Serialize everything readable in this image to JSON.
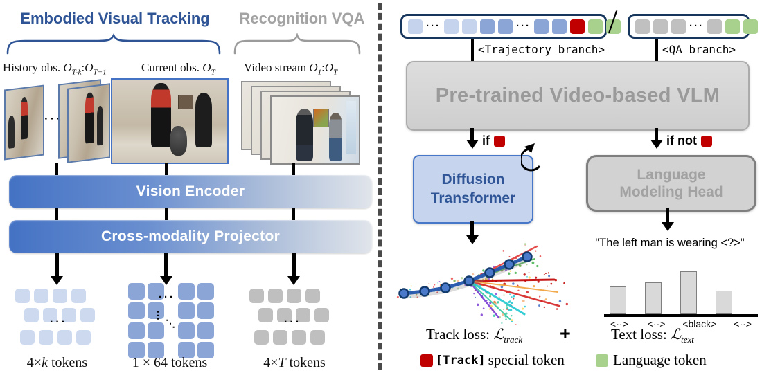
{
  "glyphs": {
    "dots": "···",
    "vdots": "⋮",
    "ddots": "⋱"
  },
  "colors": {
    "accent_blue": "#2e5496",
    "bar_blue": "#4472c4",
    "token_light_blue": "#c5d3ed",
    "token_blue": "#8aa5d6",
    "token_gray": "#c0c0c0",
    "track_red": "#c00000",
    "language_green": "#a9d18e",
    "muted_gray": "#a3a3a3",
    "box_border_navy": "#17365d"
  },
  "left": {
    "title_tracking": "Embodied Visual Tracking",
    "title_vqa": "Recognition VQA",
    "history": {
      "prefix": "History obs. ",
      "o1": "O",
      "sub1": "T-k",
      "colon": ":",
      "o2": "O",
      "sub2": "T−1"
    },
    "current": {
      "prefix": "Current obs. ",
      "o": "O",
      "sub": "T"
    },
    "video": {
      "prefix": "Video stream ",
      "o1": "O",
      "sub1": "1",
      "colon": ":",
      "o2": "O",
      "sub2": "T"
    },
    "vision_encoder": "Vision Encoder",
    "projector": "Cross-modality Projector",
    "history_tokens_label": {
      "a": "4×",
      "it": "k",
      "b": " tokens"
    },
    "current_tokens_label": "1 × 64 tokens",
    "video_tokens_label": {
      "a": "4×",
      "it": "T",
      "b": " tokens"
    }
  },
  "right": {
    "trajectory_tokens": [
      "lb",
      "dots",
      "lb",
      "lb",
      "mb",
      "mb",
      "dots",
      "mb",
      "mb",
      "red",
      "green",
      "green"
    ],
    "qa_tokens": [
      "gray",
      "gray",
      "gray",
      "dots",
      "gray",
      "green",
      "green"
    ],
    "slash": "/",
    "trajectory_branch": "<Trajectory branch>",
    "qa_branch": "<QA branch>",
    "vlm_label": "Pre-trained Video-based VLM",
    "if_label": "if",
    "if_not_label": "if not",
    "dit_line1": "Diffusion",
    "dit_line2": "Transformer",
    "lmh_line1": "Language",
    "lmh_line2": "Modeling Head",
    "track_loss_label": "Track loss:",
    "track_loss_symbol": "ℒ",
    "track_loss_sub": "track",
    "plus": "+",
    "text_loss_label": "Text loss:",
    "text_loss_symbol": "ℒ",
    "text_loss_sub": "text",
    "legend_track_token": "[Track]",
    "legend_track_text": "special token",
    "legend_lang_text": "Language token"
  },
  "chart_data": {
    "type": "bar",
    "title": "\"The left man is wearing <?>\"",
    "categories": [
      "<··>",
      "<··>",
      "<black>",
      "<··>"
    ],
    "values": [
      47,
      54,
      72,
      40
    ],
    "ylim": [
      0,
      100
    ],
    "xlabel": "",
    "ylabel": "",
    "legend_position": "none",
    "grid": false
  }
}
